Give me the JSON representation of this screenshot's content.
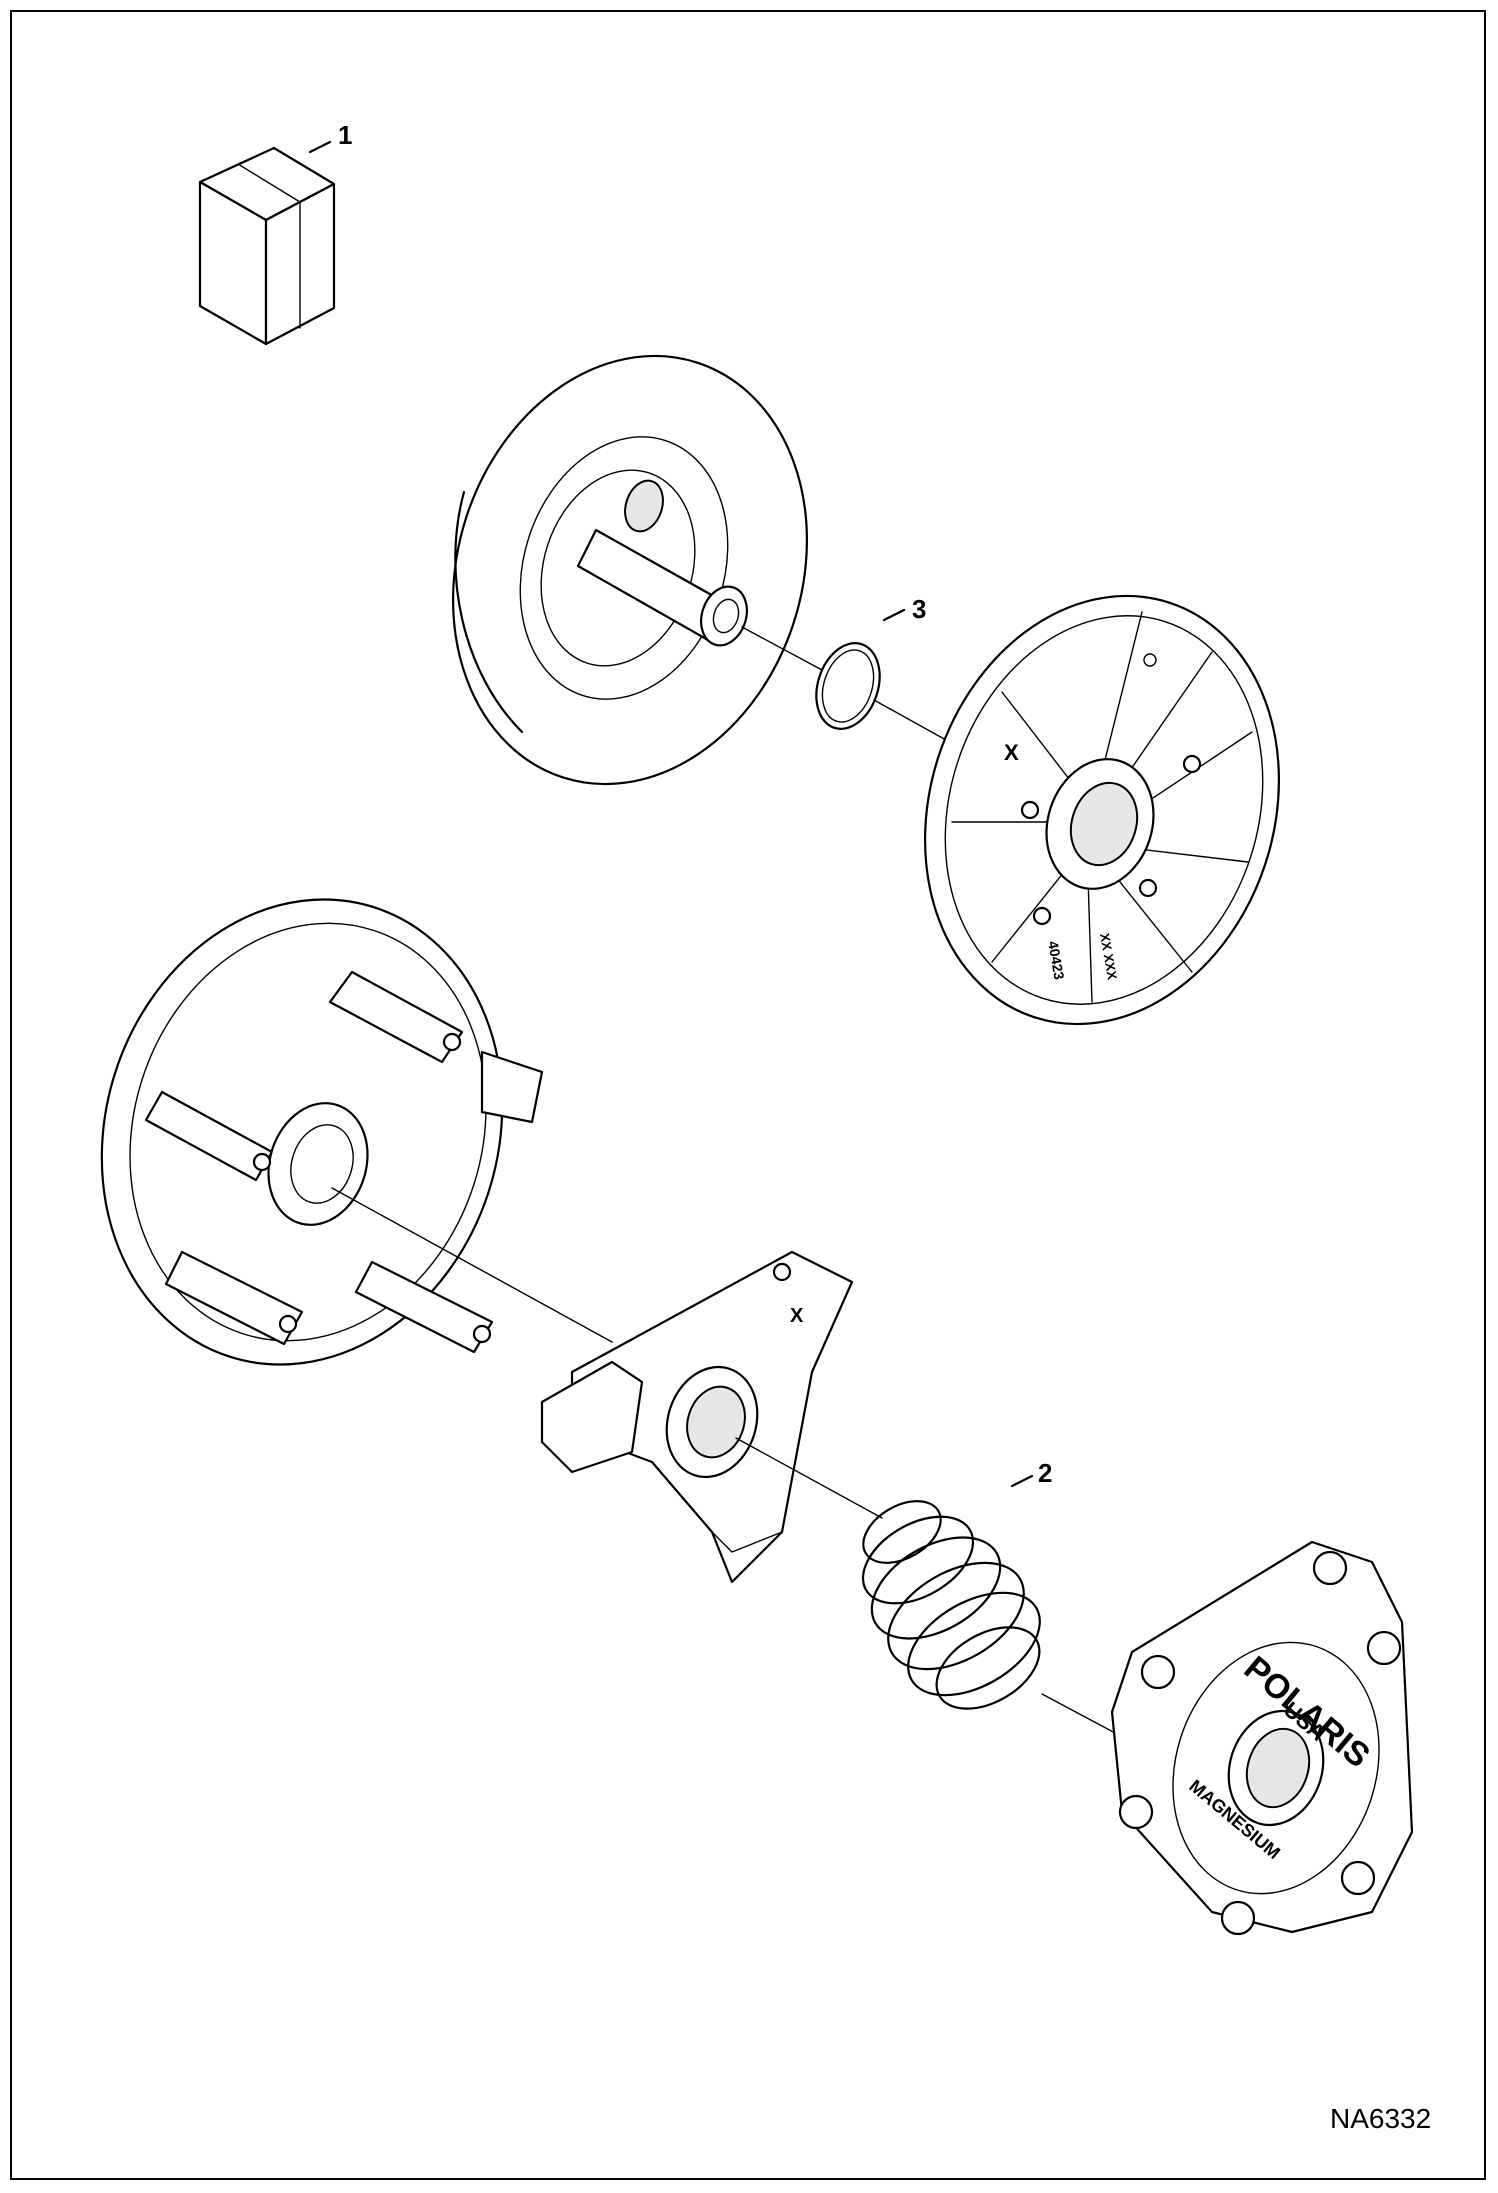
{
  "diagram": {
    "callouts": [
      {
        "id": "kit",
        "label": "1"
      },
      {
        "id": "spring",
        "label": "2"
      },
      {
        "id": "ring",
        "label": "3"
      }
    ],
    "figure_number": "NA6332",
    "part_markings": {
      "spider_x": "X",
      "sheave_x": "X",
      "sheave_xxx": "XX\nXXX",
      "sheave_code": "40423",
      "cover_brand": "POLARIS",
      "cover_origin": "USA",
      "cover_material": "MAGNESIUM"
    },
    "colors": {
      "line": "#000000",
      "fill": "#ffffff",
      "shade": "#e6e6e6"
    }
  }
}
